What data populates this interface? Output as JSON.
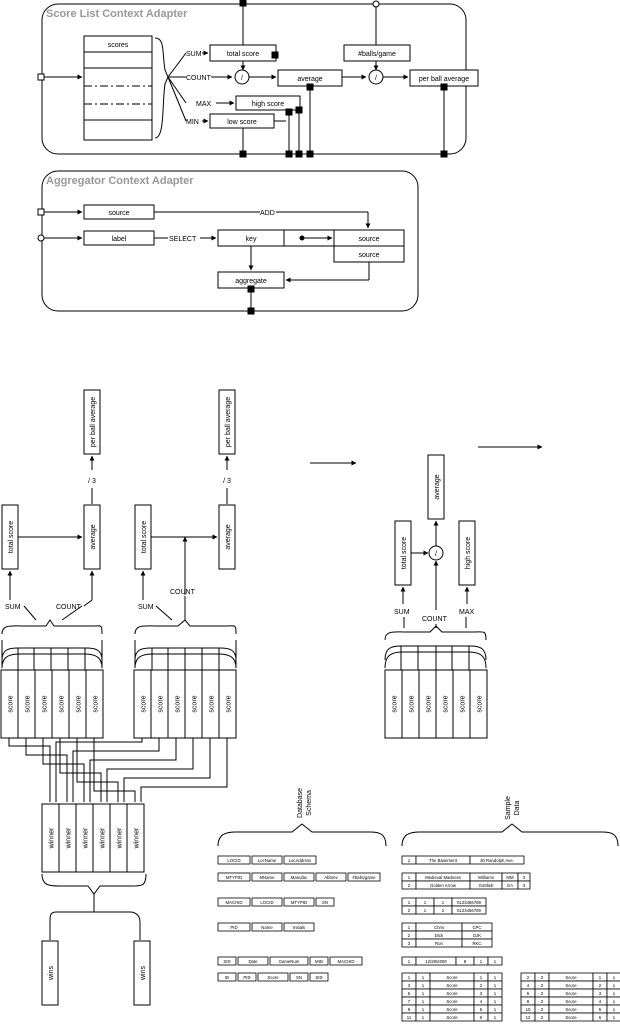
{
  "score_list_adapter": {
    "title": "Score List Context Adapter",
    "list_label": "scores",
    "ops": {
      "sum": "SUM",
      "count": "COUNT",
      "max": "MAX",
      "min": "MIN"
    },
    "total_score": "total score",
    "balls_per_game": "#balls/game",
    "average": "average",
    "per_ball_average": "per ball average",
    "high_score": "high score",
    "low_score": "low score",
    "divide_symbol": "/"
  },
  "aggregator_adapter": {
    "title": "Aggregator Context Adapter",
    "source": "source",
    "label": "label",
    "select": "SELECT",
    "add": "ADD",
    "key": "key",
    "source_top": "source",
    "source_bottom": "source",
    "aggregate": "aggregate"
  },
  "lower_left": {
    "per_ball_average": "per ball average",
    "divide_3": "/ 3",
    "total_score": "total score",
    "average": "average",
    "sum": "SUM",
    "count": "COUNT",
    "score": "score",
    "winner": "winner",
    "wins": "wins"
  },
  "lower_right": {
    "average": "average",
    "total_score": "total score",
    "high_score": "high score",
    "divide_symbol": "/",
    "sum": "SUM",
    "count": "COUNT",
    "max": "MAX",
    "score": "score"
  },
  "schema": {
    "title_line1": "Database",
    "title_line2": "Schema",
    "rows": [
      [
        "LOCID",
        "LocName",
        "LocAddress"
      ],
      [
        "MTYPID",
        "MName",
        "Manufac",
        "Abbrev",
        "#balls/game"
      ],
      [
        "MACHID",
        "LOCID",
        "MTYPID",
        "SN"
      ],
      [
        "PID",
        "Name",
        "Initials"
      ],
      [
        "SID",
        "Date",
        "GameNum",
        "MID",
        "MACHID"
      ],
      [
        "ID",
        "PID",
        "Score",
        "SN",
        "SID"
      ]
    ]
  },
  "sample": {
    "title_line1": "Sample",
    "title_line2": "Data",
    "loc": [
      [
        "1",
        "The Basement",
        "30 Randolph Ave."
      ]
    ],
    "mtype": [
      [
        "1",
        "Medieval Madness",
        "Williams",
        "MM",
        "3"
      ],
      [
        "2",
        "Golden Arrow",
        "Gottlieb",
        "GA",
        "3"
      ]
    ],
    "mach": [
      [
        "1",
        "1",
        "1",
        "0123456789"
      ],
      [
        "2",
        "1",
        "2",
        "0123456789"
      ]
    ],
    "player": [
      [
        "1",
        "Chris",
        "CPC"
      ],
      [
        "2",
        "Dick",
        "DJK"
      ],
      [
        "3",
        "Ron",
        "RKC"
      ]
    ],
    "session": [
      [
        "1",
        "12/28/2000",
        "8",
        "1",
        "1"
      ]
    ],
    "scores_a": [
      [
        "1",
        "1",
        "Score",
        "1",
        "1"
      ],
      [
        "3",
        "1",
        "Score",
        "2",
        "1"
      ],
      [
        "5",
        "1",
        "Score",
        "3",
        "1"
      ],
      [
        "7",
        "1",
        "Score",
        "4",
        "1"
      ],
      [
        "9",
        "1",
        "Score",
        "5",
        "1"
      ],
      [
        "11",
        "1",
        "Score",
        "6",
        "1"
      ]
    ],
    "scores_b": [
      [
        "2",
        "2",
        "Score",
        "1",
        "1"
      ],
      [
        "4",
        "2",
        "Score",
        "2",
        "1"
      ],
      [
        "6",
        "2",
        "Score",
        "3",
        "1"
      ],
      [
        "8",
        "2",
        "Score",
        "4",
        "1"
      ],
      [
        "10",
        "2",
        "Score",
        "5",
        "1"
      ],
      [
        "12",
        "2",
        "Score",
        "6",
        "1"
      ]
    ]
  }
}
